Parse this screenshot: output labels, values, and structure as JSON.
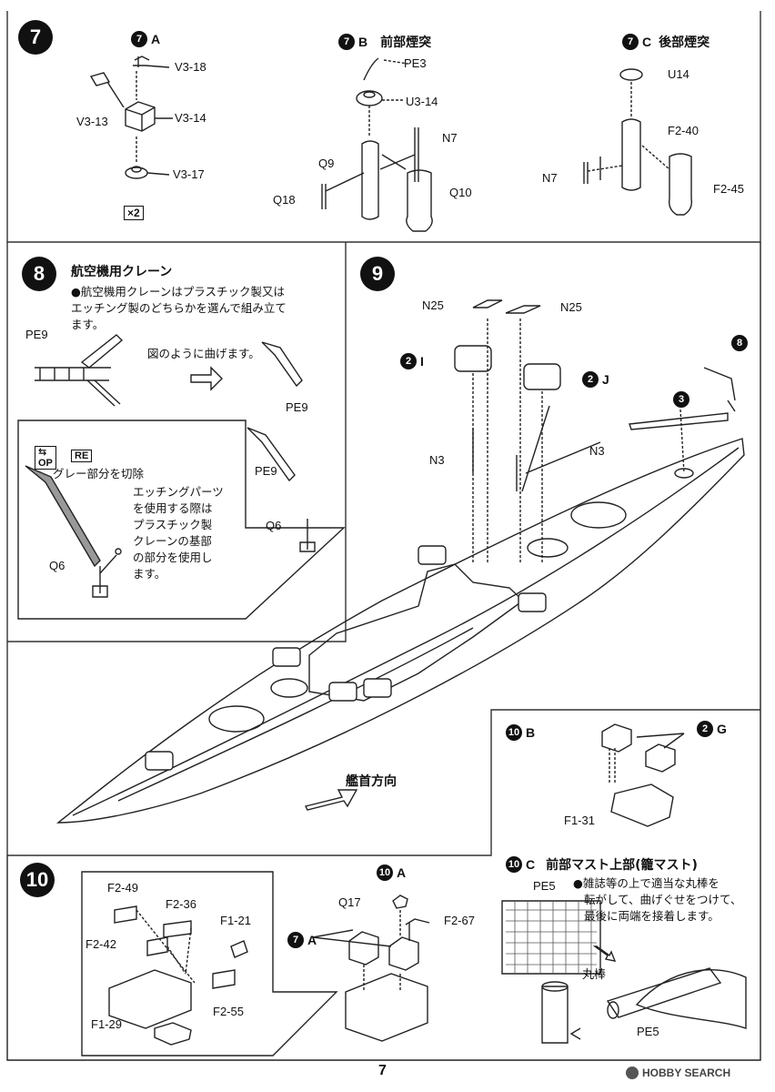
{
  "step7": {
    "number": "7",
    "subA": {
      "badge": "7",
      "letter": "A"
    },
    "subB": {
      "badge": "7",
      "letter": "B",
      "title": "前部煙突"
    },
    "subC": {
      "badge": "7",
      "letter": "C",
      "title": "後部煙突"
    },
    "partsA": [
      "V3-18",
      "V3-13",
      "V3-14",
      "V3-17"
    ],
    "qty": "×2",
    "partsB": [
      "PE3",
      "U3-14",
      "N7",
      "Q9",
      "Q18",
      "Q10"
    ],
    "partsC": [
      "U14",
      "F2-40",
      "N7",
      "F2-45"
    ]
  },
  "step8": {
    "number": "8",
    "title": "航空機用クレーン",
    "note_lines": [
      "●航空機用クレーンはプラスチック製又は",
      "エッチング製のどちらかを選んで組み立て",
      "ます。"
    ],
    "bend_note": "図のように曲げます。",
    "parts": [
      "PE9",
      "PE9",
      "PE9",
      "Q6",
      "Q6"
    ],
    "op_label": "OP",
    "re_label": "RE",
    "cut_note": "グレー部分を切除",
    "etch_note_lines": [
      "エッチングパーツ",
      "を使用する際は",
      "プラスチック製",
      "クレーンの基部",
      "の部分を使用し",
      "ます。"
    ]
  },
  "step9": {
    "number": "9",
    "parts": [
      "N25",
      "N25",
      "N3",
      "N3"
    ],
    "refI": {
      "badge": "2",
      "letter": "I"
    },
    "refJ": {
      "badge": "2",
      "letter": "J"
    },
    "ref8": "8",
    "ref3": "3",
    "bow_direction": "艦首方向"
  },
  "step10B": {
    "label": {
      "badge": "10",
      "letter": "B"
    },
    "refG": {
      "badge": "2",
      "letter": "G"
    },
    "part": "F1-31"
  },
  "step10C": {
    "label": {
      "badge": "10",
      "letter": "C"
    },
    "title": "前部マスト上部(籠マスト)",
    "note_lines": [
      "●雑誌等の上で適当な丸棒を",
      "転がして、曲げぐせをつけて、",
      "最後に両端を接着します。"
    ],
    "parts": [
      "PE5",
      "PE5"
    ],
    "rod_label": "丸棒"
  },
  "step10": {
    "number": "10",
    "parts": [
      "F2-49",
      "F2-36",
      "F1-21",
      "F2-42",
      "F2-55",
      "F1-29"
    ]
  },
  "step10A": {
    "label": {
      "badge": "10",
      "letter": "A"
    },
    "parts": [
      "Q17",
      "F2-67"
    ],
    "ref7A": {
      "badge": "7",
      "letter": "A"
    }
  },
  "page_number": "7",
  "watermark": "HOBBY SEARCH"
}
